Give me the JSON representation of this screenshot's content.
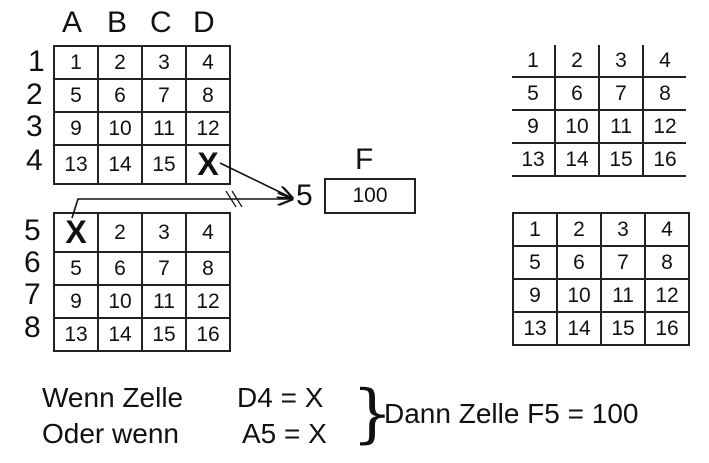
{
  "column_headers": [
    "A",
    "B",
    "C",
    "D"
  ],
  "row_headers_top": [
    "1",
    "2",
    "3",
    "4"
  ],
  "row_headers_bottom": [
    "5",
    "6",
    "7",
    "8"
  ],
  "grid_top_left": [
    [
      "1",
      "2",
      "3",
      "4"
    ],
    [
      "5",
      "6",
      "7",
      "8"
    ],
    [
      "9",
      "10",
      "11",
      "12"
    ],
    [
      "13",
      "14",
      "15",
      "X"
    ]
  ],
  "grid_bottom_left": [
    [
      "X",
      "2",
      "3",
      "4"
    ],
    [
      "5",
      "6",
      "7",
      "8"
    ],
    [
      "9",
      "10",
      "11",
      "12"
    ],
    [
      "13",
      "14",
      "15",
      "16"
    ]
  ],
  "grid_top_right": [
    [
      "1",
      "2",
      "3",
      "4"
    ],
    [
      "5",
      "6",
      "7",
      "8"
    ],
    [
      "9",
      "10",
      "11",
      "12"
    ],
    [
      "13",
      "14",
      "15",
      "16"
    ]
  ],
  "grid_bottom_right": [
    [
      "1",
      "2",
      "3",
      "4"
    ],
    [
      "5",
      "6",
      "7",
      "8"
    ],
    [
      "9",
      "10",
      "11",
      "12"
    ],
    [
      "13",
      "14",
      "15",
      "16"
    ]
  ],
  "target": {
    "column": "F",
    "row": "5",
    "value": "100"
  },
  "conditions": {
    "line1_prefix": "Wenn Zelle",
    "line1_expr": "D4 = X",
    "line2_prefix": "Oder wenn",
    "line2_expr": "A5 = X",
    "brace": "}",
    "result": "Dann Zelle F5 = 100"
  }
}
